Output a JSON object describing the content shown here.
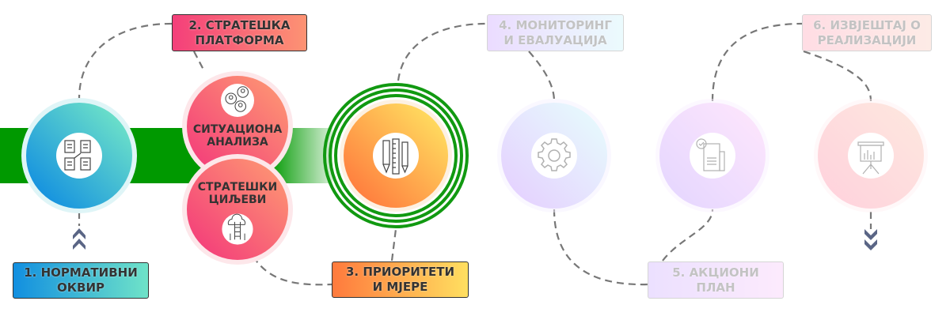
{
  "steps": [
    {
      "number_label": "1. НОРМАТИВНИ\nОКВИР",
      "icon": "documents-exchange-icon",
      "colors": [
        "#128fe0",
        "#6fe3c8"
      ]
    },
    {
      "number_label": "2. СТРАТЕШКА\nПЛАТФОРМА",
      "icon": "people-discussion-icon",
      "colors": [
        "#f43f7a",
        "#fd9373"
      ],
      "sub_circles": [
        {
          "arc_text": "СИТУАЦИОНА АНАЛИЗА",
          "icon": "people-discussion-icon"
        },
        {
          "arc_text": "СТРАТЕШКИ ЦИЉЕВИ",
          "icon": "cloud-ladder-icon"
        }
      ]
    },
    {
      "number_label": "3. ПРИОРИТЕТИ\nИ МЈЕРЕ",
      "icon": "pencil-ruler-icon",
      "colors": [
        "#ff7a3d",
        "#ffdf60"
      ],
      "active": true
    },
    {
      "number_label": "4. МОНИТОРИНГ\nИ ЕВАЛУАЦИЈА",
      "icon": "gear-icon",
      "colors": [
        "#c79cff",
        "#c8f4fb"
      ]
    },
    {
      "number_label": "5. АКЦИОНИ\nПЛАН",
      "icon": "document-check-icon",
      "colors": [
        "#c9a8ff",
        "#f9c6fa"
      ]
    },
    {
      "number_label": "6. ИЗВЈЕШТАЈ О\nРЕАЛИЗАЦИЈИ",
      "icon": "presentation-chart-icon",
      "colors": [
        "#ff9fb5",
        "#fcc8b8"
      ]
    }
  ],
  "colors": {
    "track": "#009900",
    "chevron": "#5a6585",
    "dash": "#777777"
  }
}
